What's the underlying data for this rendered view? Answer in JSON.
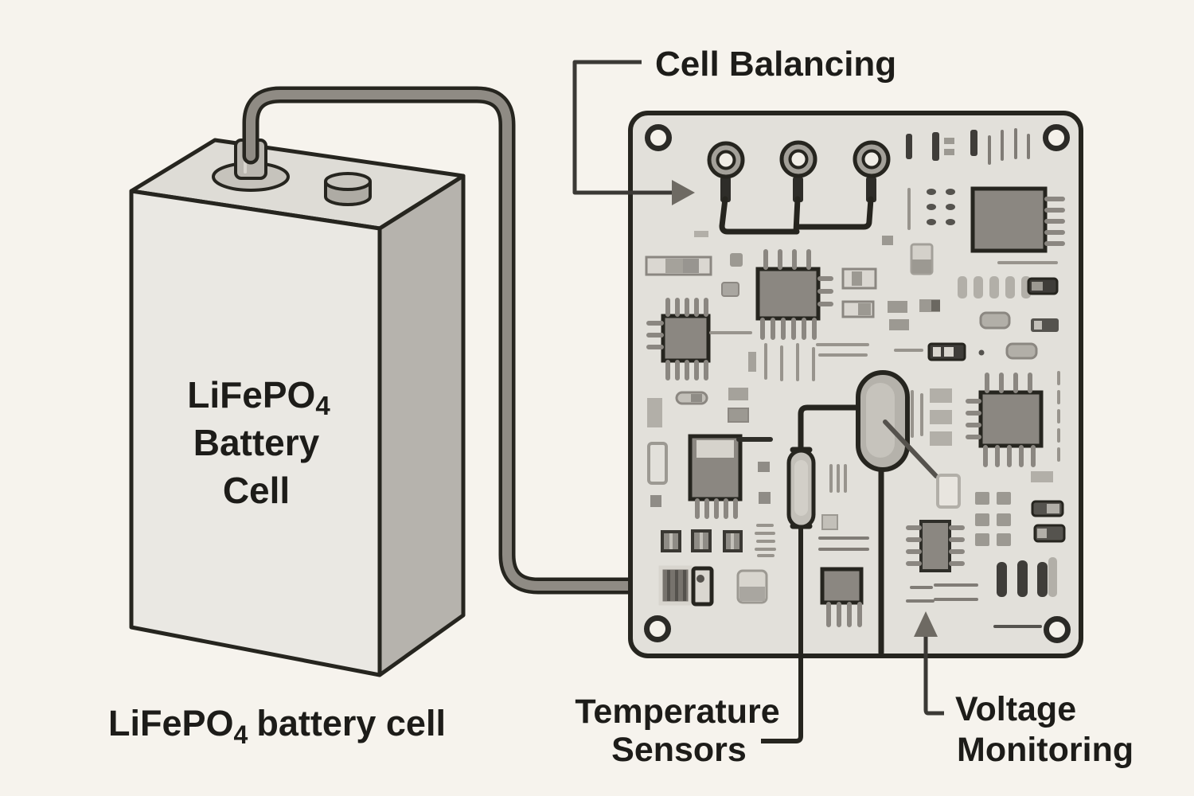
{
  "labels": {
    "cell_balancing": "Cell Balancing",
    "temperature_sensors_line1": "Temperature",
    "temperature_sensors_line2": "Sensors",
    "voltage_monitoring_line1": "Voltage",
    "voltage_monitoring_line2": "Monitoring"
  },
  "battery": {
    "formula_base": "LiFePO",
    "formula_subscript": "4",
    "name_line2": "Battery",
    "name_line3": "Cell"
  },
  "caption": {
    "formula_base": "LiFePO",
    "formula_subscript": "4",
    "rest": "battery cell"
  },
  "colors": {
    "background": "#f6f3ed",
    "ink": "#26251f",
    "label_text": "#1d1c19",
    "board_fill": "#e2e0da",
    "component_dark_gray": "#8b8781",
    "component_light_gray": "#b2afa8",
    "cable_gray": "#8f8b84",
    "battery_front": "#eae8e3",
    "battery_side": "#b6b3ad",
    "battery_top": "#dedcd6",
    "sensor_pill_fill": "#b5b2ab",
    "arrowhead_gray": "#6e6a63"
  }
}
